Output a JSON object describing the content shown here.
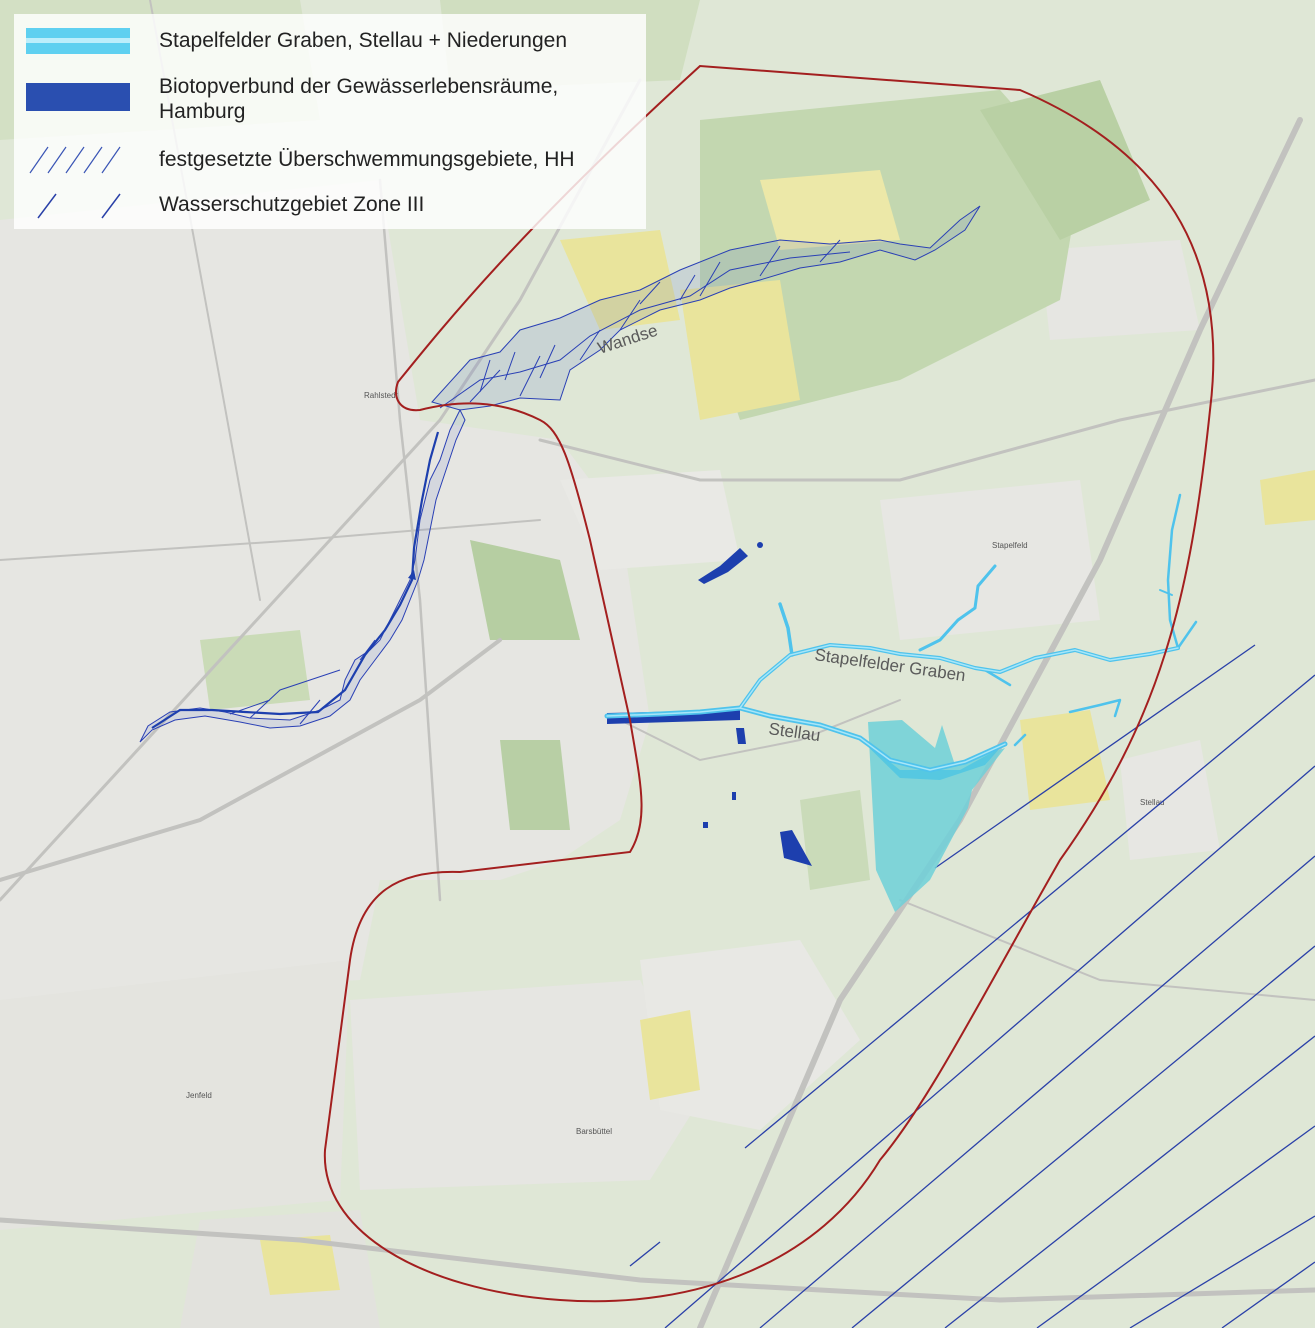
{
  "legend": {
    "items": [
      {
        "label": "Stapelfelder Graben, Stellau + Niederungen",
        "symbol": "light-blue-double-line-icon",
        "color": "#5fd0f0"
      },
      {
        "label": "Biotopverbund der Gewässerlebensräume, Hamburg",
        "symbol": "dark-blue-fill-icon",
        "color": "#2a4fb0"
      },
      {
        "label": "festgesetzte Überschwemmungsgebiete, HH",
        "symbol": "dense-hatch-icon",
        "color": "#3a55b5"
      },
      {
        "label": "Wasserschutzgebiet Zone III",
        "symbol": "sparse-hatch-icon",
        "color": "#2a40a8"
      }
    ]
  },
  "map": {
    "labels": {
      "wandse": "Wandse",
      "stapelfelder_graben": "Stapelfelder Graben",
      "stellau": "Stellau"
    },
    "place_labels": {
      "stapelfeld": "Stapelfeld",
      "barsbuttel": "Barsbüttel",
      "jenfeld": "Jenfeld",
      "rahlstedt": "Rahlstedt",
      "stellau_village": "Stellau"
    },
    "colors": {
      "base_green": "#dfe7d6",
      "forest": "#c3d7b0",
      "urban": "#e6e6e2",
      "yellow_field": "#e9e49c",
      "boundary": "#a31f1f",
      "river_light": "#4fc3ec",
      "lowland_cyan": "#6fd0d8",
      "biotope_dark": "#1d3fae",
      "hatch_blue": "#2a40a8",
      "road": "#bfbfbf"
    }
  }
}
